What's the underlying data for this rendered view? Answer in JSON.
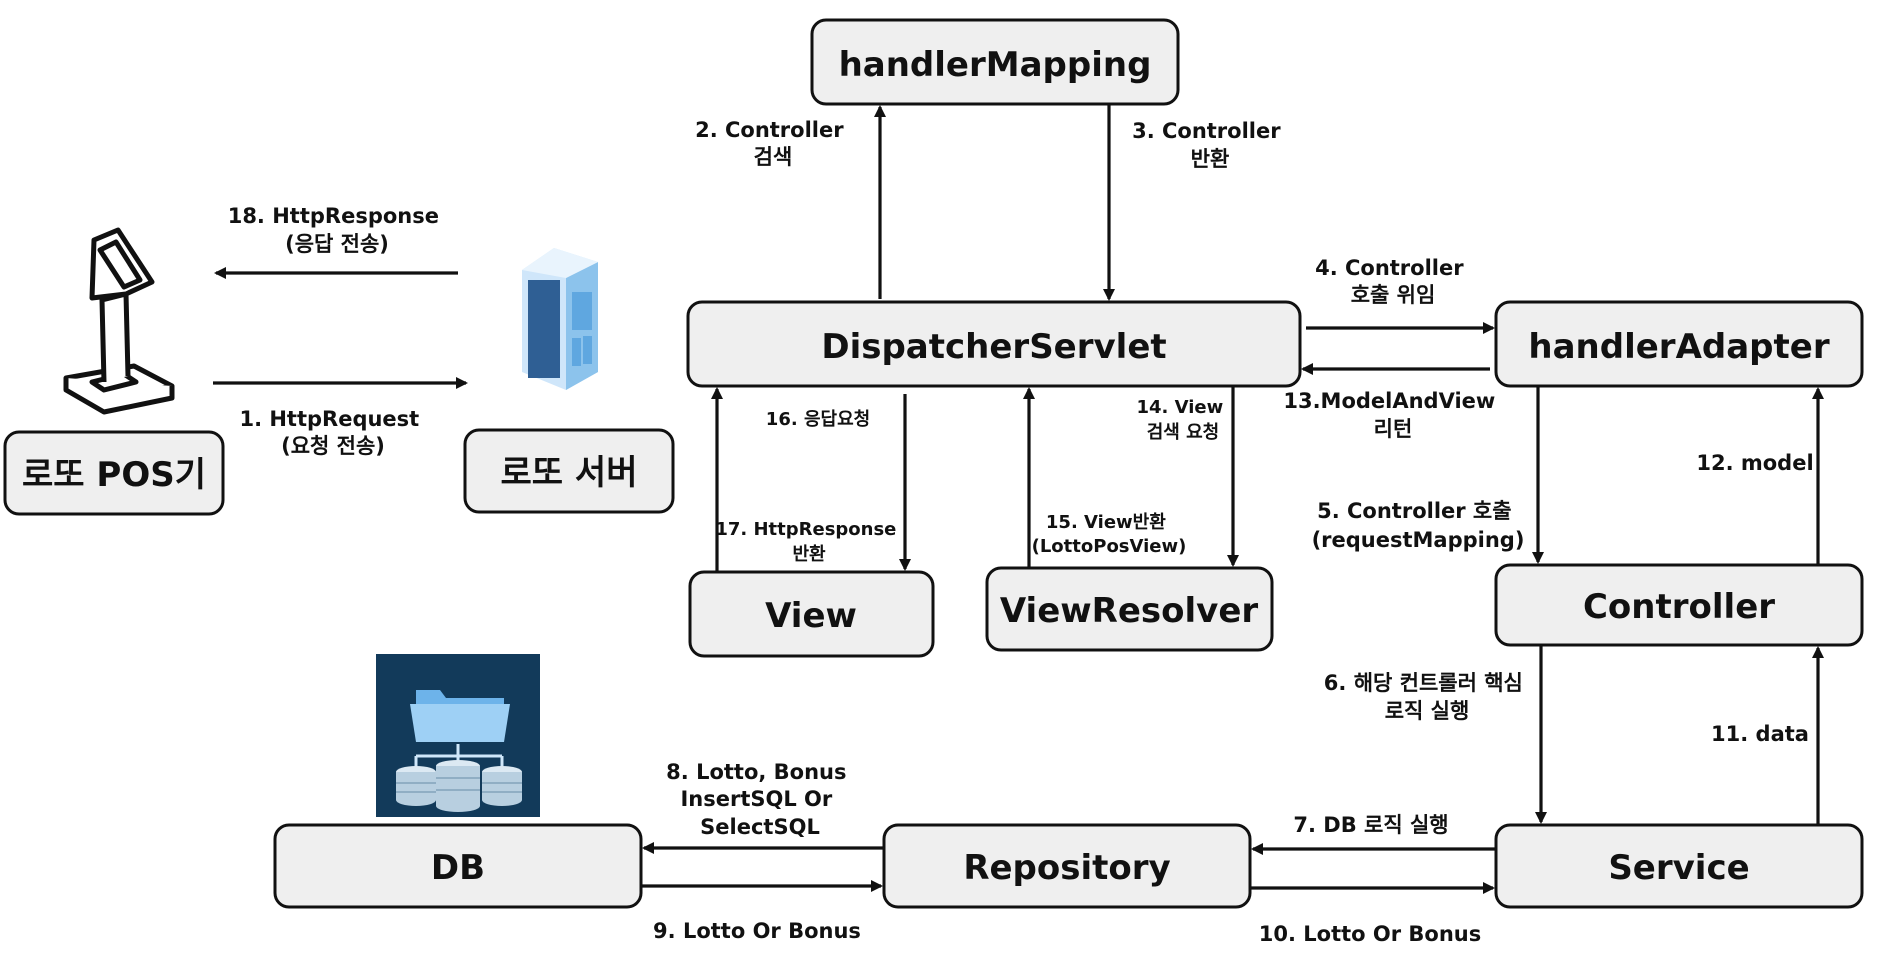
{
  "nodes": {
    "handler_mapping": "handlerMapping",
    "dispatcher_servlet": "DispatcherServlet",
    "handler_adapter": "handlerAdapter",
    "controller": "Controller",
    "view": "View",
    "view_resolver": "ViewResolver",
    "service": "Service",
    "repository": "Repository",
    "db": "DB",
    "pos": "로또 POS기",
    "server": "로또 서버"
  },
  "edges": {
    "e1": [
      "1. HttpRequest",
      "(요청 전송)"
    ],
    "e2": [
      "2. Controller",
      "검색"
    ],
    "e3": [
      "3. Controller",
      "반환"
    ],
    "e4": [
      "4. Controller",
      "호출 위임"
    ],
    "e5": [
      "5. Controller 호출",
      "(requestMapping)"
    ],
    "e6": [
      "6. 해당 컨트롤러 핵심",
      "로직 실행"
    ],
    "e7": [
      "7. DB 로직 실행"
    ],
    "e8": [
      "8. Lotto, Bonus",
      "InsertSQL Or",
      "SelectSQL"
    ],
    "e9": [
      "9. Lotto Or Bonus"
    ],
    "e10": [
      "10. Lotto Or Bonus"
    ],
    "e11": [
      "11. data"
    ],
    "e12": [
      "12. model"
    ],
    "e13": [
      "13.ModelAndView",
      "리턴"
    ],
    "e14": [
      "14. View",
      "검색 요청"
    ],
    "e15": [
      "15. View반환",
      "(LottoPosView)"
    ],
    "e16": [
      "16. 응답요청"
    ],
    "e17": [
      "17. HttpResponse",
      "반환"
    ],
    "e18": [
      "18. HttpResponse",
      "(응답 전송)"
    ]
  },
  "icons": [
    "kiosk-icon",
    "server-tower-icon",
    "database-folder-icon"
  ]
}
